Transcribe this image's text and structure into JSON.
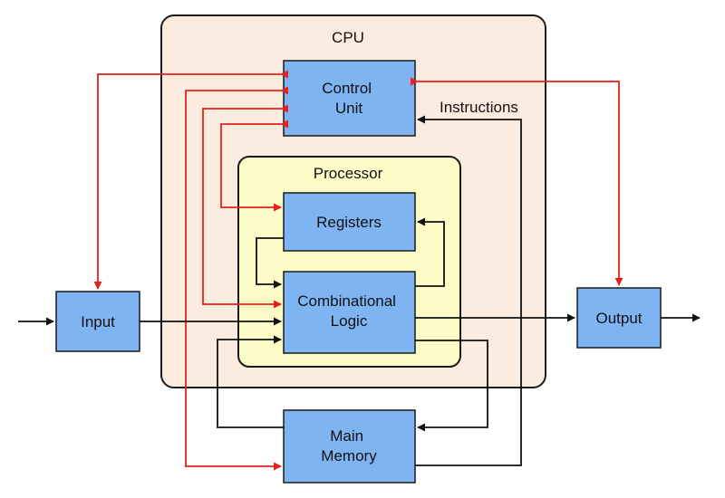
{
  "labels": {
    "cpu": "CPU",
    "processor": "Processor",
    "control_unit": [
      "Control",
      "Unit"
    ],
    "registers": "Registers",
    "combinational_logic": [
      "Combinational",
      "Logic"
    ],
    "input": "Input",
    "output": "Output",
    "main_memory": [
      "Main",
      "Memory"
    ],
    "instructions": "Instructions"
  },
  "colors": {
    "cpu_fill": "#fcebdf",
    "processor_fill": "#fdfcc6",
    "block_fill": "#7fb4f2",
    "control_arrow": "#e8201a",
    "data_arrow": "#111111"
  }
}
